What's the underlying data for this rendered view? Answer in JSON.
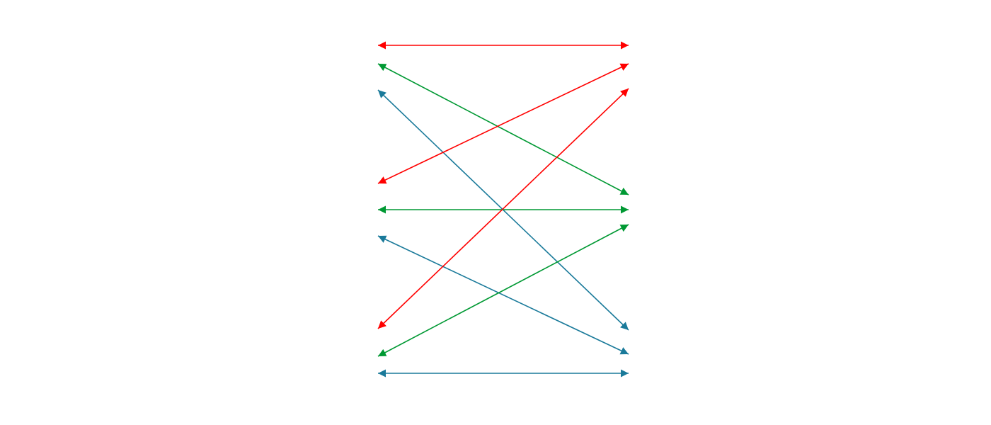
{
  "colors": {
    "red": "#ff0000",
    "green": "#009933",
    "blue": "#1a7a9a"
  },
  "connections": [
    {
      "color": "red",
      "left": [
        0,
        0
      ],
      "right": [
        0,
        0
      ]
    },
    {
      "color": "green",
      "left": [
        0,
        1
      ],
      "right": [
        1,
        0
      ]
    },
    {
      "color": "blue",
      "left": [
        0,
        2
      ],
      "right": [
        2,
        0
      ]
    },
    {
      "color": "red",
      "left": [
        1,
        0
      ],
      "right": [
        0,
        1
      ]
    },
    {
      "color": "green",
      "left": [
        1,
        1
      ],
      "right": [
        1,
        1
      ]
    },
    {
      "color": "blue",
      "left": [
        1,
        2
      ],
      "right": [
        2,
        1
      ]
    },
    {
      "color": "red",
      "left": [
        2,
        0
      ],
      "right": [
        0,
        2
      ]
    },
    {
      "color": "green",
      "left": [
        2,
        1
      ],
      "right": [
        1,
        2
      ]
    },
    {
      "color": "blue",
      "left": [
        2,
        2
      ],
      "right": [
        2,
        2
      ]
    }
  ]
}
